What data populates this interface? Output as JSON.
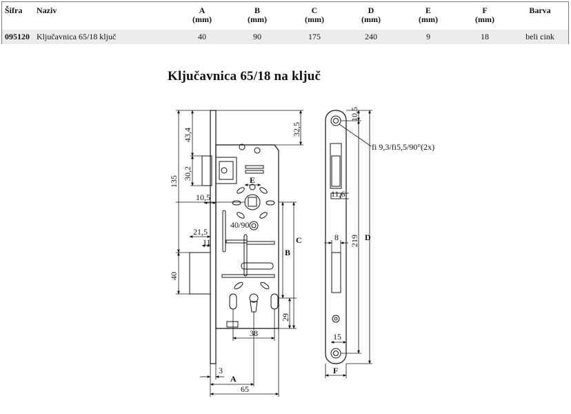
{
  "table": {
    "headers": [
      {
        "label": "Šifra",
        "unit": ""
      },
      {
        "label": "Naziv",
        "unit": ""
      },
      {
        "label": "A",
        "unit": "(mm)"
      },
      {
        "label": "B",
        "unit": "(mm)"
      },
      {
        "label": "C",
        "unit": "(mm)"
      },
      {
        "label": "D",
        "unit": "(mm)"
      },
      {
        "label": "E",
        "unit": "(mm)"
      },
      {
        "label": "F",
        "unit": "(mm)"
      },
      {
        "label": "Barva",
        "unit": ""
      }
    ],
    "row": [
      "095120",
      "Ključavnica 65/18 ključ",
      "40",
      "90",
      "175",
      "240",
      "9",
      "18",
      "beli cink"
    ]
  },
  "title": "Ključavnica 65/18 na ključ",
  "drawing": {
    "dims": {
      "d43_4": "43,4",
      "d30_2": "30,2",
      "d135": "135",
      "d10_5_left": "10,5",
      "d21_5": "21,5",
      "d11": "11",
      "d40": "40",
      "d32_5": "32,5",
      "label_E": "E",
      "d40_90": "40/90",
      "label_C": "C",
      "label_B": "B",
      "d29": "29",
      "d38": "38",
      "d3": "3",
      "label_A": "A",
      "d65": "65",
      "d10_5_right": "10,5",
      "hole_note": "fi 9,3/fi5,5/90°(2x)",
      "d11_6": "11,6",
      "d8": "8",
      "d219": "219",
      "label_D": "D",
      "d15": "15",
      "label_F": "F"
    }
  }
}
